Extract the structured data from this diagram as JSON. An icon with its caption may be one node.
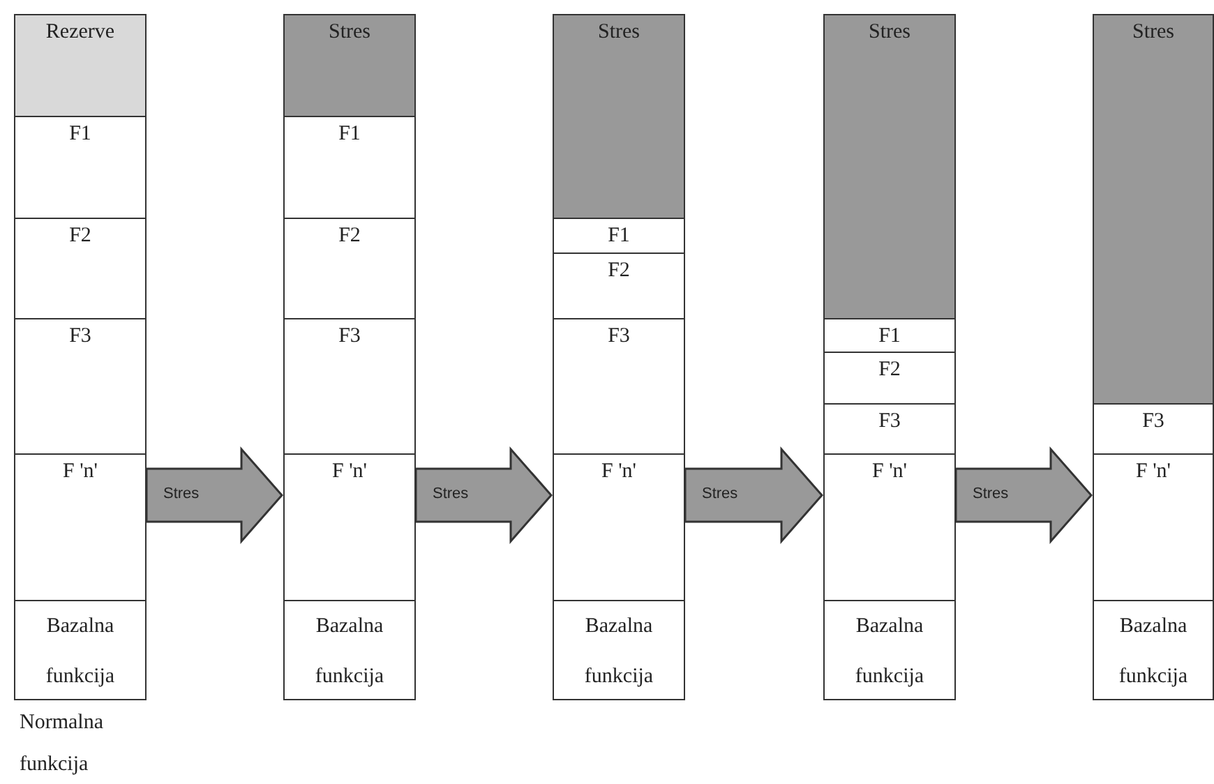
{
  "diagram": {
    "nodes": [
      {
        "text": [],
        "shape": "bar",
        "beside": [
          "Normalna funkcija"
        ]
      },
      {
        "text": [
          "Rezerve"
        ],
        "in": 0
      },
      {
        "text": [
          "F1"
        ],
        "in": 0
      },
      {
        "text": [
          "F2"
        ],
        "in": 0
      },
      {
        "text": [
          "F3"
        ],
        "in": 0
      },
      {
        "text": [
          "F 'n'"
        ],
        "in": 0
      },
      {
        "text": [
          "Bazalna funkcija"
        ],
        "in": 0
      },
      {
        "text": [],
        "shape": "bar"
      },
      {
        "text": [
          "Stres"
        ],
        "in": 7
      },
      {
        "text": [
          "F1"
        ],
        "in": 7
      },
      {
        "text": [
          "F2"
        ],
        "in": 7
      },
      {
        "text": [
          "F3"
        ],
        "in": 7
      },
      {
        "text": [
          "F 'n'"
        ],
        "in": 7
      },
      {
        "text": [
          "Bazalna funkcija"
        ],
        "in": 7
      },
      {
        "text": [],
        "shape": "bar"
      },
      {
        "text": [
          "Stres"
        ],
        "in": 14
      },
      {
        "text": [
          "F1"
        ],
        "in": 14
      },
      {
        "text": [
          "F2"
        ],
        "in": 14
      },
      {
        "text": [
          "F3"
        ],
        "in": 14
      },
      {
        "text": [
          "F 'n'"
        ],
        "in": 14
      },
      {
        "text": [
          "Bazalna funkcija"
        ],
        "in": 14
      },
      {
        "text": [],
        "shape": "bar"
      },
      {
        "text": [
          "Stres"
        ],
        "in": 21
      },
      {
        "text": [
          "F1"
        ],
        "in": 21
      },
      {
        "text": [
          "F2"
        ],
        "in": 21
      },
      {
        "text": [
          "F3"
        ],
        "in": 21
      },
      {
        "text": [
          "F 'n'"
        ],
        "in": 21
      },
      {
        "text": [
          "Bazalna funkcija"
        ],
        "in": 21
      },
      {
        "text": [],
        "shape": "bar"
      },
      {
        "text": [
          "Stres"
        ],
        "in": 28
      },
      {
        "text": [
          "F3"
        ],
        "in": 28
      },
      {
        "text": [
          "F 'n'"
        ],
        "in": 28
      },
      {
        "text": [
          "Bazalna funkcija"
        ],
        "in": 28
      }
    ],
    "edges": [
      {
        "from": 0,
        "to": 7,
        "arrow": "to",
        "label": "Stres"
      },
      {
        "from": 7,
        "to": 14,
        "arrow": "to",
        "label": "Stres"
      },
      {
        "from": 14,
        "to": 21,
        "arrow": "to",
        "label": "Stres"
      },
      {
        "from": 21,
        "to": 28,
        "arrow": "to",
        "label": "Stres"
      }
    ]
  }
}
